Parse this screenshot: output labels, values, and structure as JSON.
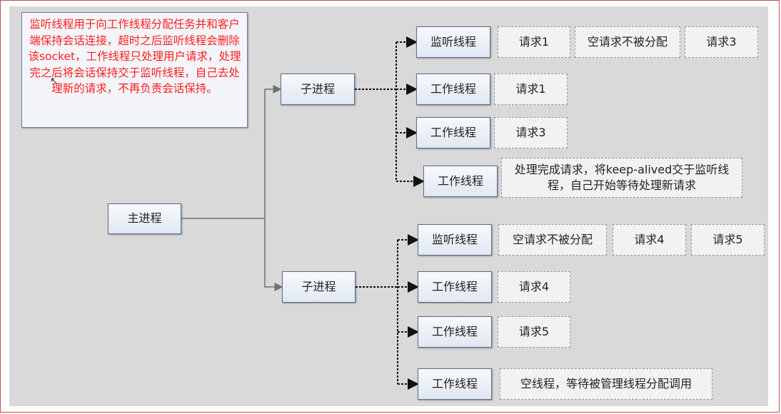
{
  "note": {
    "text": "监听线程用于向工作线程分配任务并和客户端保持会话连接，超时之后监听线程会删除该socket，工作线程只处理用户请求，处理完之后将会话保持交于监听线程，自己去处理新的请求，不再负责会话保持。"
  },
  "main_process": "主进程",
  "groups": [
    {
      "label": "子进程",
      "threads": [
        {
          "label": "监听线程",
          "requests": [
            "请求1",
            "空请求不被分配",
            "请求3"
          ]
        },
        {
          "label": "工作线程",
          "requests": [
            "请求1"
          ]
        },
        {
          "label": "工作线程",
          "requests": [
            "请求3"
          ]
        },
        {
          "label": "工作线程",
          "requests": [
            "处理完成请求，将keep-alived交于监听线程，自己开始等待处理新请求"
          ]
        }
      ]
    },
    {
      "label": "子进程",
      "threads": [
        {
          "label": "监听线程",
          "requests": [
            "空请求不被分配",
            "请求4",
            "请求5"
          ]
        },
        {
          "label": "工作线程",
          "requests": [
            "请求4"
          ]
        },
        {
          "label": "工作线程",
          "requests": [
            "请求5"
          ]
        },
        {
          "label": "工作线程",
          "requests": [
            "空线程，等待被管理线程分配调用"
          ]
        }
      ]
    }
  ],
  "colors": {
    "background": "#d9d9d9",
    "node_border": "#5a6f8c",
    "note_text": "#ff1f1f",
    "frame_border": "#c0504d"
  }
}
